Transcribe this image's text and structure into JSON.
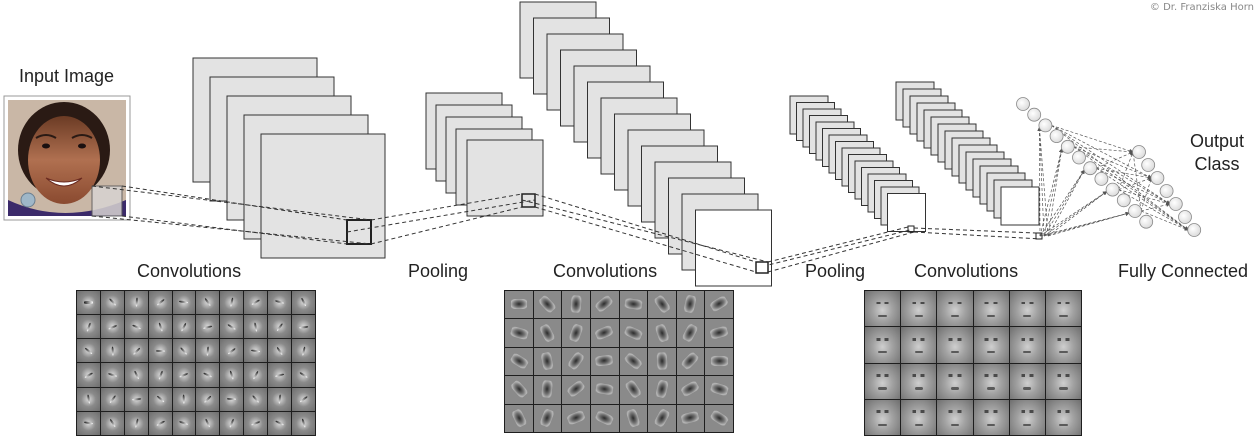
{
  "credit": "© Dr. Franziska Horn",
  "labels": {
    "input_image": "Input Image",
    "conv1": "Convolutions",
    "pool1": "Pooling",
    "conv2": "Convolutions",
    "pool2": "Pooling",
    "conv3": "Convolutions",
    "fully_connected": "Fully Connected",
    "output_class": "Output Class"
  },
  "filter_grids": [
    {
      "name": "low-level-edge-filters",
      "cols": 10,
      "rows": 6
    },
    {
      "name": "mid-level-facial-part-filters",
      "cols": 8,
      "rows": 5
    },
    {
      "name": "high-level-face-filters",
      "cols": 6,
      "rows": 4
    }
  ],
  "fc_layers": [
    {
      "name": "fc-hidden-layer",
      "neurons": 12
    },
    {
      "name": "fc-output-layer",
      "neurons": 7
    }
  ],
  "colors": {
    "feature_map": "#e3e3e3",
    "feature_map_border": "#333333",
    "connector": "#333333",
    "neuron": "#e6e6e6"
  }
}
